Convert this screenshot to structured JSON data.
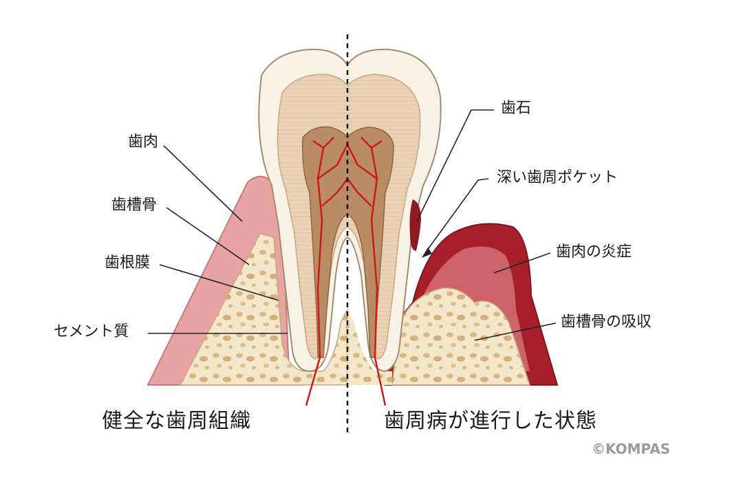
{
  "labels": {
    "gum": "歯肉",
    "alveolar_bone": "歯槽骨",
    "periodontal_ligament": "歯根膜",
    "cementum": "セメント質",
    "calculus": "歯石",
    "deep_pocket": "深い歯周ポケット",
    "gum_inflammation": "歯肉の炎症",
    "bone_resorption": "歯槽骨の吸収"
  },
  "captions": {
    "healthy": "健全な歯周組織",
    "diseased": "歯周病が進行した状態"
  },
  "copyright": "©KOMPAS",
  "colors": {
    "enamel": "#f7f1e6",
    "dentin": "#e9cfb0",
    "pulp": "#b98c66",
    "gum": "#e8a8a8",
    "gum_inflamed": "#a8202a",
    "bone": "#f3e3c4",
    "bone_pores": "#d6b888",
    "vessel": "#cc1a1a"
  }
}
